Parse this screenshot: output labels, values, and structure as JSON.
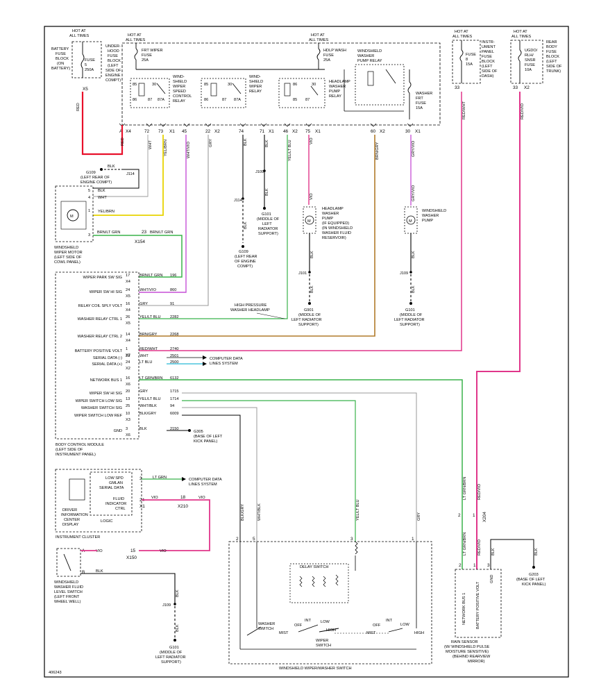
{
  "diagram_id": "406243",
  "hot_labels": {
    "battery": [
      "HOT AT",
      "ALL TIMES"
    ],
    "underhood": [
      "HOT AT",
      "ALL TIMES"
    ],
    "hdlp": [
      "HOT AT",
      "ALL TIMES"
    ],
    "ipfuse": [
      "HOT AT",
      "ALL TIMES"
    ],
    "rear": [
      "HOT AT",
      "ALL TIMES"
    ]
  },
  "fuse_blocks": {
    "battery": [
      "BATTERY",
      "FUSE",
      "BLOCK",
      "(ON",
      "BATTERY)"
    ],
    "battery_fuse": [
      "FUSE",
      "5",
      "250A"
    ],
    "underhood": [
      "UNDER-",
      "HOOD",
      "FUSE",
      "BLOCK",
      "(LEFT",
      "SIDE OF",
      "ENGINE",
      "COMPT)"
    ],
    "frt_wiper": [
      "FRT WIPER",
      "FUSE",
      "25A"
    ],
    "hdlp_wash": [
      "HDLP WASH",
      "FUSE",
      "25A"
    ],
    "washer_frt": [
      "WASHER",
      "FRT",
      "FUSE",
      "15A"
    ],
    "ip_fuse": [
      "FUSE",
      "8",
      "15A"
    ],
    "ip_block": [
      "INSTR-",
      "UMENT",
      "PANEL",
      "FUSE",
      "BLOCK",
      "(LEFT",
      "SIDE OF",
      "DASH)"
    ],
    "rear_fuse": [
      "UGDO/",
      "RLH/",
      "SNSR",
      "FUSE",
      "10A"
    ],
    "rear_block": [
      "REAR",
      "BODY",
      "FUSE",
      "BLOCK",
      "(LEFT",
      "SIDE OF",
      "TRUNK)"
    ]
  },
  "relays": {
    "speed": [
      "WIND-",
      "SHIELD",
      "WIPER",
      "SPEED",
      "CONTROL",
      "RELAY"
    ],
    "wiper": [
      "WIND-",
      "SHIELD",
      "WIPER",
      "RELAY"
    ],
    "headlamp": [
      "HEADLAMP",
      "WASHER",
      "PUMP",
      "RELAY"
    ],
    "pump": [
      "WINDSHIELD",
      "WASHER",
      "PUMP RELAY"
    ],
    "pins": [
      "85",
      "30",
      "86",
      "87",
      "87A"
    ]
  },
  "connector_row": [
    "A",
    "X4",
    "72",
    "73",
    "X1",
    "45",
    "22",
    "X2",
    "74",
    "71",
    "X1",
    "46",
    "X2",
    "75",
    "X1",
    "60",
    "X2",
    "30",
    "X1",
    "33",
    "33",
    "X2"
  ],
  "wires": {
    "red": "RED",
    "wht": "WHT",
    "yel_brn": "YEL/BRN",
    "wht_vio": "WHT/VIO",
    "gry": "GRY",
    "blk": "BLK",
    "yel_lt_blu": "YEL/LT BLU",
    "vio": "VIO",
    "brn_gry": "BRN/GRY",
    "gry_vio": "GRY/VIO",
    "red_wht": "RED/WHT",
    "red_vio": "RED/VIO",
    "brn_lt_grn": "BRN/LT GRN",
    "lt_grn_brn": "LT GRN/BRN",
    "blk_gry": "BLK/GRY",
    "wht_blk": "WHT/BLK",
    "lt_grn": "LT GRN",
    "lt_blu": "LT BLU"
  },
  "grounds": {
    "g109": [
      "G109",
      "(LEFT REAR OF",
      "ENGINE COMPT)"
    ],
    "g109b": [
      "G109",
      "(LEFT REAR",
      "OF ENGINE",
      "COMPT)"
    ],
    "g101_top": [
      "G101",
      "(MIDDLE OF",
      "LEFT",
      "RADIATOR",
      "SUPPORT)"
    ],
    "g101_mid": [
      "G101",
      "(MIDDLE OF",
      "LEFT RADIATOR",
      "SUPPORT)"
    ],
    "g901": [
      "G901",
      "(MIDDLE OF",
      "LEFT RADIATOR",
      "SUPPORT)"
    ],
    "g305": [
      "G305",
      "(BASE OF LEFT",
      "KICK PANEL)"
    ],
    "g101_bot": [
      "G101",
      "(MIDDLE OF",
      "LEFT RADIATOR",
      "SUPPORT)"
    ],
    "g203": [
      "G203",
      "(BASE OF LEFT",
      "KICK PANEL)"
    ]
  },
  "splices": {
    "j114": "J114",
    "j114b": "J114",
    "j109": "J109",
    "j101": "J101",
    "j109b": "J109",
    "j109c": "J109"
  },
  "components": {
    "wiper_motor": [
      "WINDSHIELD",
      "WIPER MOTOR",
      "(LEFT SIDE OF",
      "COWL PANEL)"
    ],
    "headlamp_pump": [
      "HEADLAMP",
      "WASHER",
      "PUMP",
      "(IF EQUIPPED)",
      "(IN WINDSHIELD",
      "WASHER FLUID",
      "RESERVOIR)"
    ],
    "washer_pump": [
      "WINDSHIELD",
      "WASHER",
      "PUMP"
    ],
    "bcm": [
      "BODY CONTROL MODULE",
      "(LEFT SIDE OF",
      "INSTRUMENT PANEL)"
    ],
    "ipc": "INSTRUMENT CLUSTER",
    "dic": [
      "DRIVER",
      "INFORMATION",
      "CENTER",
      "DISPLAY"
    ],
    "logic": "LOGIC",
    "level_switch": [
      "WINDSHIELD",
      "WASHER FLUID",
      "LEVEL SWITCH",
      "(LEFT FRONT",
      "WHEEL WELL)"
    ],
    "ww_switch": "WINDSHIELD WIPER/WASHER SWITCH",
    "rain_sensor": [
      "RAIN SENSOR",
      "(W/ WINDSHIELD PULSE",
      "MOISTURE SENSITIVE)",
      "(BEHIND REARVIEW",
      "MIRROR)"
    ]
  },
  "bcm_rows": [
    {
      "label": "WIPER PARK SW SIG",
      "pin": "17",
      "conn": "X4",
      "wire": "BRN/LT GRN",
      "circuit": "196"
    },
    {
      "label": "WIPER SW HI SIG",
      "pin": "24",
      "conn": "X5",
      "wire": "WHT/VIO",
      "circuit": "860"
    },
    {
      "label": "RELAY COIL SPLY VOLT",
      "pin": "16",
      "conn": "X4",
      "wire": "GRY",
      "circuit": "91"
    },
    {
      "label": "WASHER RELAY CTRL 1",
      "pin": "26",
      "conn": "X5",
      "wire": "YEL/LT BLU",
      "circuit": "2282"
    },
    {
      "label": "WASHER RELAY CTRL 2",
      "pin": "14",
      "conn": "X4",
      "wire": "BRN/GRY",
      "circuit": "2268"
    },
    {
      "label": "BATTERY POSITIVE VOLT",
      "pin": "1",
      "conn": "X2",
      "wire": "RED/WHT",
      "circuit": "2740"
    },
    {
      "label": "SERIAL DATA (-)",
      "pin": "23",
      "conn": "",
      "wire": "WHT",
      "circuit": "2501"
    },
    {
      "label": "SERIAL DATA (+)",
      "pin": "24",
      "conn": "X2",
      "wire": "LT BLU",
      "circuit": "2500"
    },
    {
      "label": "NETWORK BUS 1",
      "pin": "16",
      "conn": "X6",
      "wire": "LT GRN/BRN",
      "circuit": "6132"
    },
    {
      "label": "WIPER SW HI SIG",
      "pin": "20",
      "conn": "",
      "wire": "GRY",
      "circuit": "1715"
    },
    {
      "label": "WIPER SWITCH LOW SIG",
      "pin": "13",
      "conn": "",
      "wire": "YEL/LT BLU",
      "circuit": "1714"
    },
    {
      "label": "WASHER SWITCH SIG",
      "pin": "25",
      "conn": "",
      "wire": "WHT/BLK",
      "circuit": "94"
    },
    {
      "label": "WIPER SWITCH LOW REF",
      "pin": "10",
      "conn": "X3",
      "wire": "BLK/GRY",
      "circuit": "6009"
    },
    {
      "label": "GND",
      "pin": "3",
      "conn": "X6",
      "wire": "BLK",
      "circuit": "2150"
    }
  ],
  "notes": {
    "computer_data": [
      "COMPUTER DATA",
      "LINES SYSTEM"
    ],
    "computer_data2": [
      "COMPUTER DATA",
      "LINES SYSTEM"
    ],
    "high_pressure": [
      "HIGH PRESSURE",
      "WASHER HEADLAMP"
    ]
  },
  "ipc_rows": {
    "low_spd": [
      "LOW SPD",
      "GMLAN",
      "SERIAL DATA"
    ],
    "fluid": [
      "FLUID",
      "INDICATOR",
      "CTRL"
    ]
  },
  "switch_labels": {
    "delay": "DELAY SWITCH",
    "washer": [
      "WASHER",
      "SWITCH"
    ],
    "mist": "MIST",
    "off": "OFF",
    "int": "INT",
    "low": "LOW",
    "high": "HIGH",
    "wiper": [
      "WIPER",
      "SWITCH"
    ]
  },
  "rain_pins": [
    "NETWORK BUS 1",
    "BATTERY POSITIVE VOLT",
    "GND"
  ],
  "colors": {
    "red": "#e8102a",
    "pink": "#e0358a",
    "yellow": "#e8d400",
    "green": "#38b24a",
    "violet": "#c54fd6",
    "brown": "#b07a2a",
    "gray": "#9a9a9a",
    "cyan": "#27b9d8",
    "black": "#000000"
  }
}
